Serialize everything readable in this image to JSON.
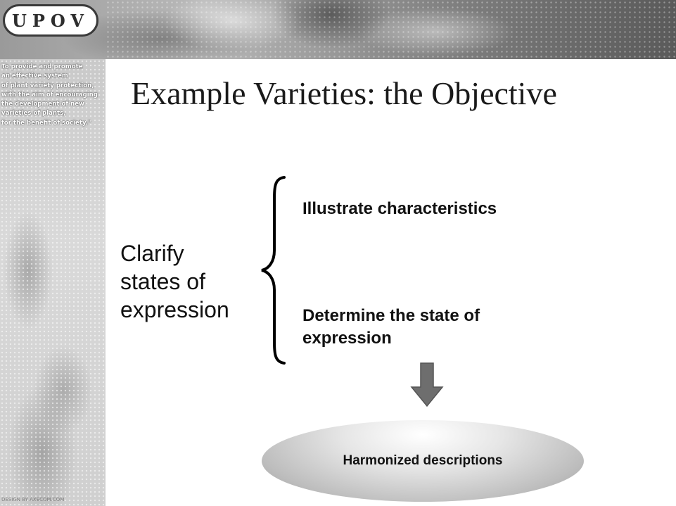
{
  "header": {
    "logo_text": "UPOV"
  },
  "sidebar": {
    "mission_lines": [
      "To provide and promote",
      "an effective system",
      "of plant variety protection,",
      "with the aim of encouraging",
      "the development of new",
      "varieties of plants,",
      "for the benefit of society.\""
    ],
    "credit": "DESIGN BY AXECOM.COM"
  },
  "slide": {
    "title": "Example Varieties:  the Objective",
    "left_label_lines": [
      "Clarify",
      "states of",
      "expression"
    ],
    "item1": "Illustrate characteristics",
    "item2_lines": [
      "Determine the state of",
      "expression"
    ],
    "result": "Harmonized descriptions"
  },
  "colors": {
    "arrow": "#6e6e6e",
    "text": "#111111"
  }
}
